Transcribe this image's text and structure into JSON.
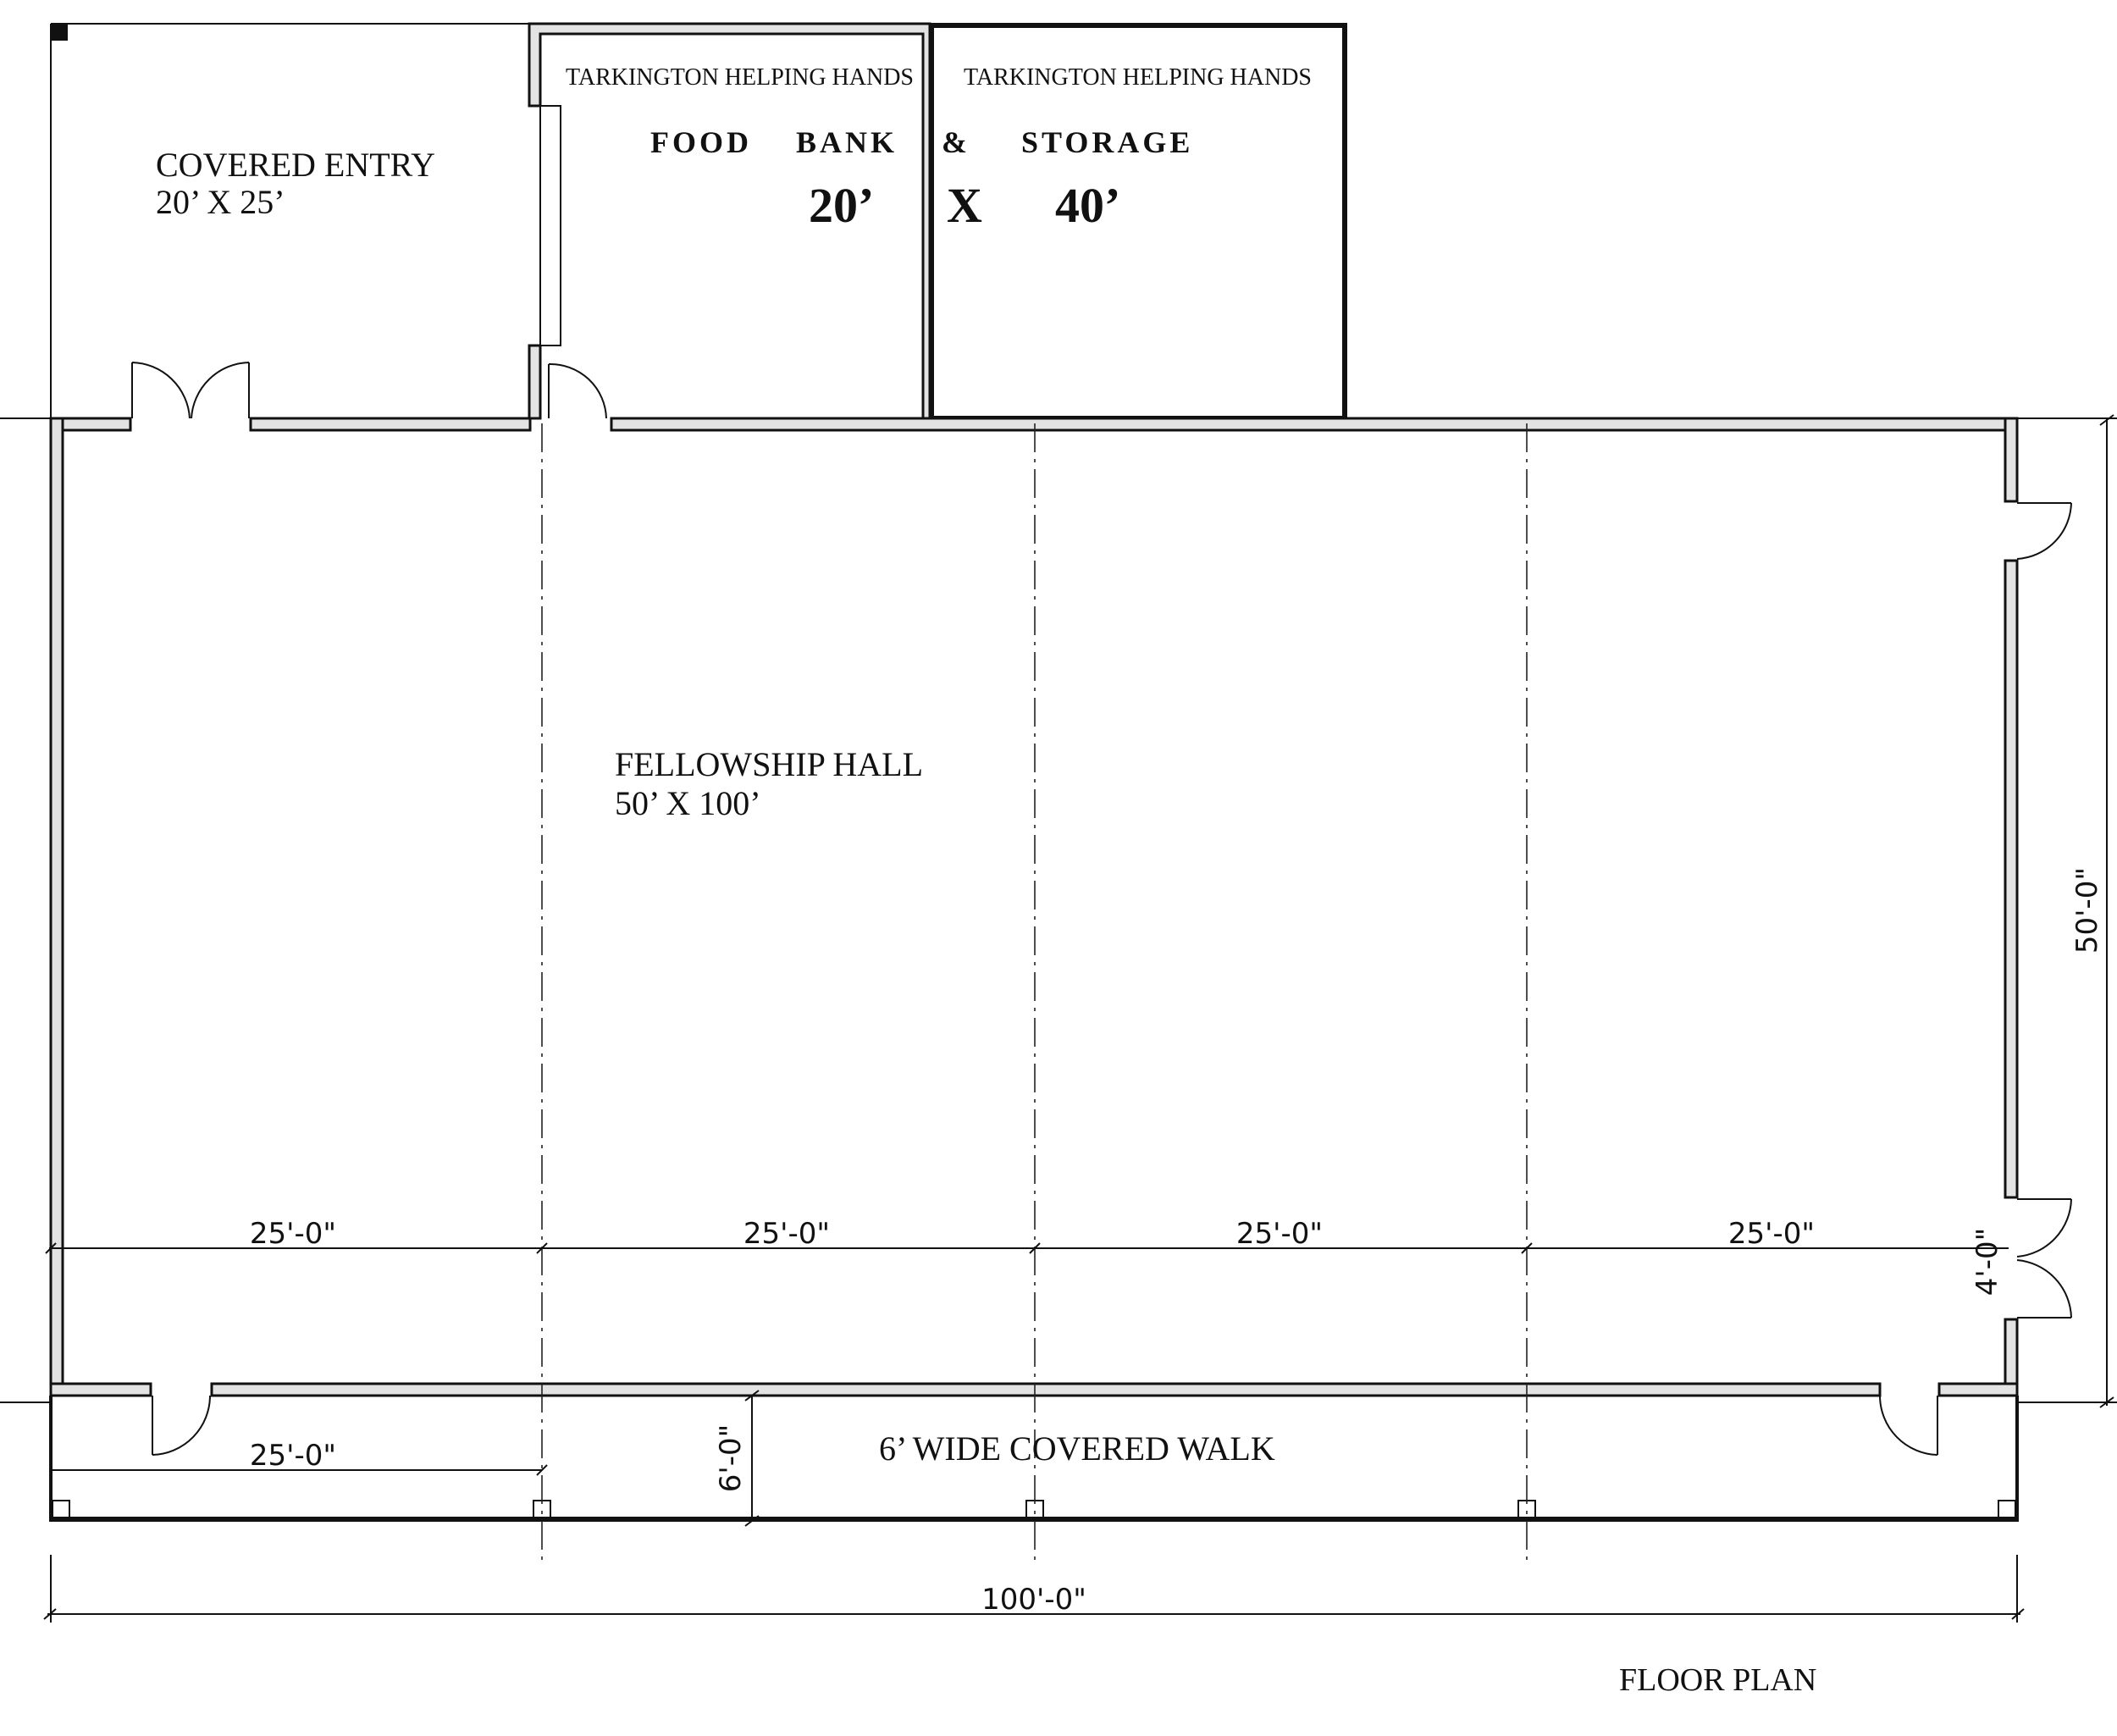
{
  "rooms": {
    "covered_entry": {
      "name": "COVERED ENTRY",
      "size": "20’ X 25’"
    },
    "food_bank": {
      "org": "TARKINGTON HELPING HANDS",
      "word1": "FOOD",
      "word2": "BANK",
      "dim1": "20’"
    },
    "storage": {
      "org": "TARKINGTON HELPING HANDS",
      "amp": "&",
      "word": "STORAGE",
      "x": "X",
      "dim2": "40’"
    },
    "fellowship_hall": {
      "name": "FELLOWSHIP HALL",
      "size": "50’ X 100’"
    },
    "covered_walk": {
      "name": "6’ WIDE COVERED WALK"
    }
  },
  "dimensions": {
    "bay_1": "25'-0\"",
    "bay_2": "25'-0\"",
    "bay_3": "25'-0\"",
    "bay_4": "25'-0\"",
    "walk_bay": "25'-0\"",
    "walk_width": "6'-0\"",
    "hall_depth": "50'-0\"",
    "overall_length": "100'-0\"",
    "door_small": "4'-0\""
  },
  "drawing_title": "FLOOR PLAN"
}
